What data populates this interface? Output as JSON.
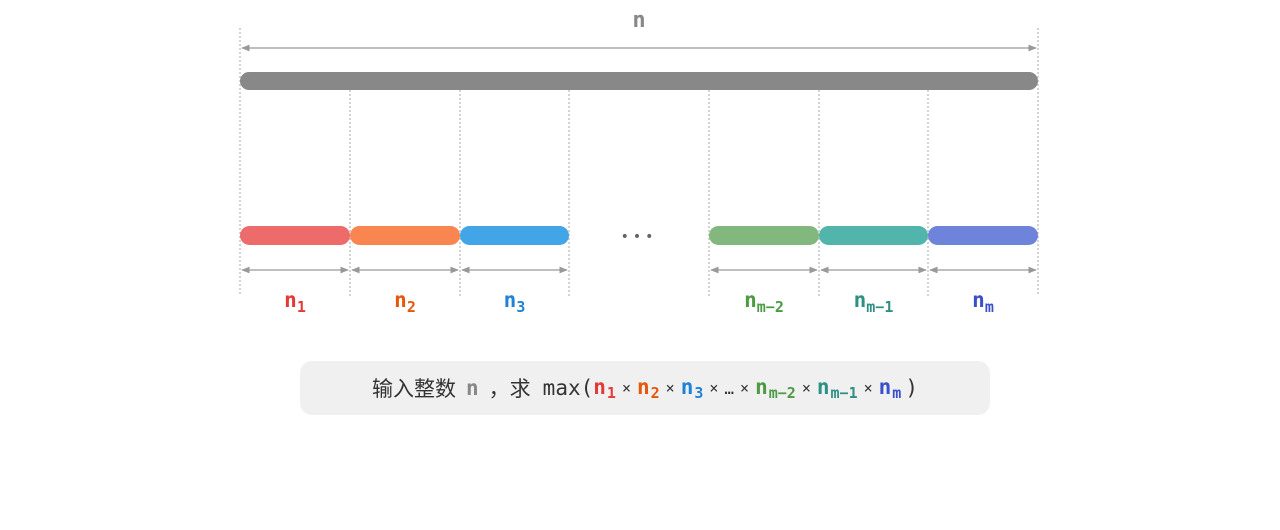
{
  "top_label": "n",
  "ellipsis": "•••",
  "colors": {
    "total_bar": "#888888",
    "guide": "#aaaaaa",
    "arrow": "#999999"
  },
  "segments": [
    {
      "base": "n",
      "sub": "1",
      "bar_color": "#ee6b6b",
      "label_color": "#e53935"
    },
    {
      "base": "n",
      "sub": "2",
      "bar_color": "#f98650",
      "label_color": "#e6570c"
    },
    {
      "base": "n",
      "sub": "3",
      "bar_color": "#42a5e8",
      "label_color": "#1f82d4"
    },
    {
      "base": "n",
      "sub": "m−2",
      "bar_color": "#82b87e",
      "label_color": "#4c9a42"
    },
    {
      "base": "n",
      "sub": "m−1",
      "bar_color": "#52b5ab",
      "label_color": "#2e8f85"
    },
    {
      "base": "n",
      "sub": "m",
      "bar_color": "#6e84db",
      "label_color": "#3a4fc9"
    }
  ],
  "formula": {
    "prefix": "输入整数",
    "n": "n",
    "middle": "，求",
    "func": "max(",
    "times": "×",
    "ellipsis": "…",
    "close": ")"
  }
}
